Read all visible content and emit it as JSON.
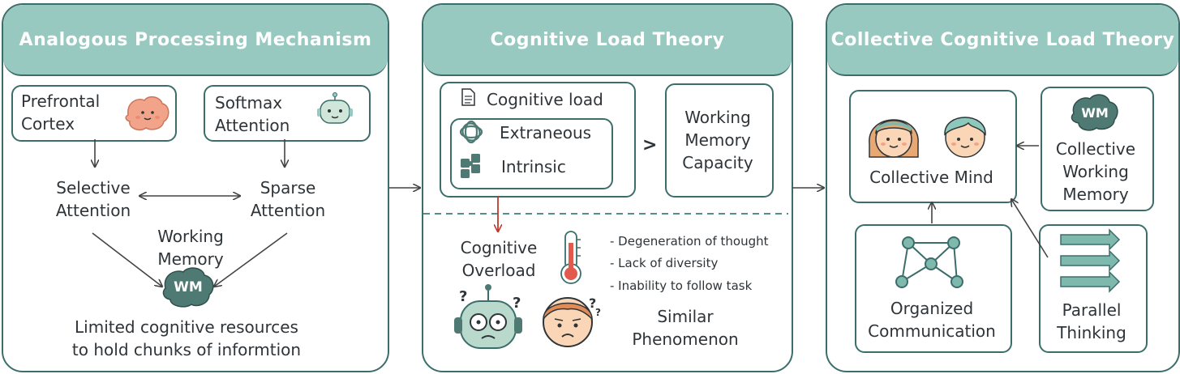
{
  "panel1": {
    "title": "Analogous Processing Mechanism",
    "prefrontal": "Prefrontal\nCortex",
    "softmax": "Softmax\nAttention",
    "selective": "Selective\nAttention",
    "sparse": "Sparse\nAttention",
    "working_memory": "Working\nMemory",
    "wm_badge": "WM",
    "limited": "Limited cognitive resources\nto hold chunks of informtion"
  },
  "panel2": {
    "title": "Cognitive Load Theory",
    "cognitive_load": "Cognitive load",
    "extraneous": "Extraneous",
    "intrinsic": "Intrinsic",
    "greater_than": ">",
    "wm_capacity": "Working\nMemory\nCapacity",
    "overload": "Cognitive\nOverload",
    "bullets": [
      "- Degeneration of thought",
      "- Lack of diversity",
      "- Inability to follow task"
    ],
    "similar": "Similar\nPhenomenon"
  },
  "panel3": {
    "title": "Collective Cognitive Load Theory",
    "collective_mind": "Collective Mind",
    "wm_badge": "WM",
    "collective_wm": "Collective\nWorking\nMemory",
    "organized": "Organized\nCommunication",
    "parallel": "Parallel\nThinking"
  },
  "colors": {
    "teal_header": "#97c9c1",
    "teal_border": "#3b6e6a",
    "red_arrow": "#c0392b",
    "brain_pink": "#f2a48a",
    "robot_green": "#cfe6d9"
  }
}
